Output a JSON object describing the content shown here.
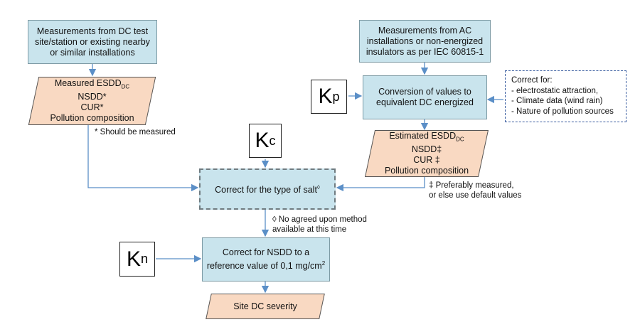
{
  "nodes": {
    "dc_measure": {
      "lines": [
        "Measurements from DC test",
        "site/station or existing nearby",
        "or similar installations"
      ]
    },
    "ac_measure": {
      "lines": [
        "Measurements from AC",
        "installations or non-energized",
        "insulators as per IEC 60815-1"
      ]
    },
    "measured": {
      "esdd_main": "Measured ESDD",
      "esdd_sub": "DC",
      "lines": [
        "NSDD*",
        "CUR*",
        "Pollution composition"
      ]
    },
    "conversion": {
      "lines": [
        "Conversion of values to",
        "equivalent DC energized"
      ]
    },
    "estimated": {
      "esdd_main": "Estimated ESDD",
      "esdd_sub": "DC",
      "lines": [
        "NSDD‡",
        "CUR ‡",
        "Pollution composition"
      ]
    },
    "salt": {
      "label": "Correct for the type of salt",
      "mark": "◊"
    },
    "nsdd": {
      "line1": "Correct for NSDD to a",
      "line2": "reference value of 0,1 mg/cm",
      "sup": "2"
    },
    "severity": {
      "label": "Site DC severity"
    }
  },
  "factors": {
    "kp": {
      "main": "K",
      "sub": "p"
    },
    "kc": {
      "main": "K",
      "sub": "c"
    },
    "kn": {
      "main": "K",
      "sub": "n"
    }
  },
  "correct_for": {
    "title": "Correct for:",
    "items": [
      "- electrostatic attraction,",
      "- Climate data (wind rain)",
      "- Nature of pollution sources"
    ]
  },
  "notes": {
    "should_measure": "* Should be measured",
    "preferably": [
      "‡ Preferably measured,",
      "or else use default values"
    ],
    "no_agreed": [
      "◊ No agreed upon method",
      "available  at this time"
    ]
  },
  "colors": {
    "box_fill": "#c9e4ed",
    "para_fill": "#f9d9c2",
    "arrow": "#5b8fc7"
  }
}
